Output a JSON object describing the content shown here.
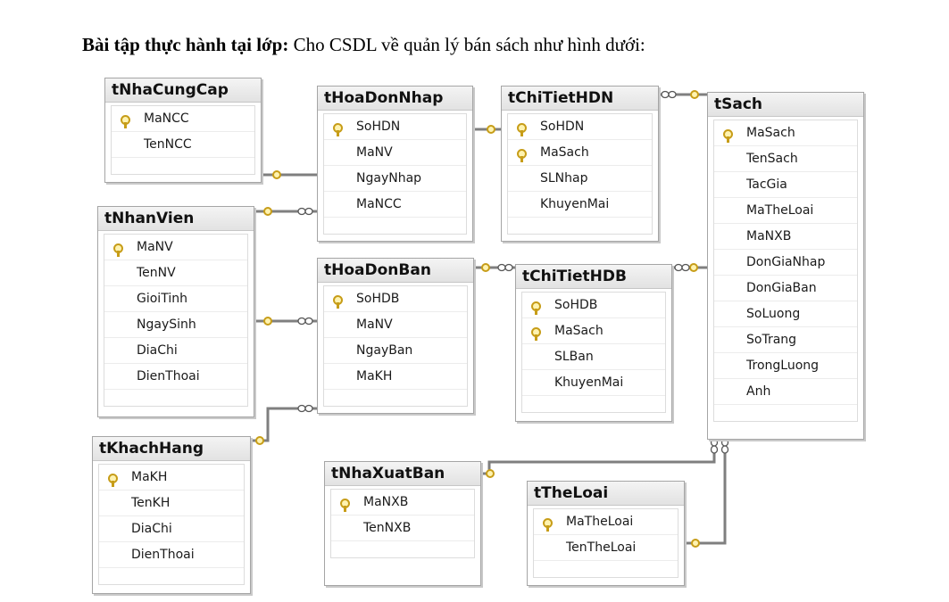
{
  "heading": {
    "bold": "Bài tập thực hành tại lớp:",
    "rest": " Cho CSDL về quản lý bán sách như hình dưới:"
  },
  "tables": {
    "tNhaCungCap": {
      "title": "tNhaCungCap",
      "cols": [
        "MaNCC",
        "TenNCC"
      ]
    },
    "tHoaDonNhap": {
      "title": "tHoaDonNhap",
      "cols": [
        "SoHDN",
        "MaNV",
        "NgayNhap",
        "MaNCC"
      ]
    },
    "tChiTietHDN": {
      "title": "tChiTietHDN",
      "cols": [
        "SoHDN",
        "MaSach",
        "SLNhap",
        "KhuyenMai"
      ]
    },
    "tSach": {
      "title": "tSach",
      "cols": [
        "MaSach",
        "TenSach",
        "TacGia",
        "MaTheLoai",
        "MaNXB",
        "DonGiaNhap",
        "DonGiaBan",
        "SoLuong",
        "SoTrang",
        "TrongLuong",
        "Anh"
      ]
    },
    "tNhanVien": {
      "title": "tNhanVien",
      "cols": [
        "MaNV",
        "TenNV",
        "GioiTinh",
        "NgaySinh",
        "DiaChi",
        "DienThoai"
      ]
    },
    "tHoaDonBan": {
      "title": "tHoaDonBan",
      "cols": [
        "SoHDB",
        "MaNV",
        "NgayBan",
        "MaKH"
      ]
    },
    "tChiTietHDB": {
      "title": "tChiTietHDB",
      "cols": [
        "SoHDB",
        "MaSach",
        "SLBan",
        "KhuyenMai"
      ]
    },
    "tKhachHang": {
      "title": "tKhachHang",
      "cols": [
        "MaKH",
        "TenKH",
        "DiaChi",
        "DienThoai"
      ]
    },
    "tNhaXuatBan": {
      "title": "tNhaXuatBan",
      "cols": [
        "MaNXB",
        "TenNXB"
      ]
    },
    "tTheLoai": {
      "title": "tTheLoai",
      "cols": [
        "MaTheLoai",
        "TenTheLoai"
      ]
    }
  },
  "primary_keys": {
    "tNhaCungCap": [
      0
    ],
    "tHoaDonNhap": [
      0
    ],
    "tChiTietHDN": [
      0,
      1
    ],
    "tSach": [
      0
    ],
    "tNhanVien": [
      0
    ],
    "tHoaDonBan": [
      0
    ],
    "tChiTietHDB": [
      0,
      1
    ],
    "tKhachHang": [
      0
    ],
    "tNhaXuatBan": [
      0
    ],
    "tTheLoai": [
      0
    ]
  },
  "colors": {
    "link": "#7f7f7f",
    "key": "#c79d18",
    "key_fill": "#fff3b0"
  },
  "relationships": [
    {
      "one": "tNhaCungCap",
      "many": "tHoaDonNhap"
    },
    {
      "one": "tHoaDonNhap",
      "many": "tChiTietHDN"
    },
    {
      "one": "tSach",
      "many": "tChiTietHDN"
    },
    {
      "one": "tNhanVien",
      "many": "tHoaDonNhap"
    },
    {
      "one": "tNhanVien",
      "many": "tHoaDonBan"
    },
    {
      "one": "tHoaDonBan",
      "many": "tChiTietHDB"
    },
    {
      "one": "tSach",
      "many": "tChiTietHDB"
    },
    {
      "one": "tKhachHang",
      "many": "tHoaDonBan"
    },
    {
      "one": "tNhaXuatBan",
      "many": "tSach"
    },
    {
      "one": "tTheLoai",
      "many": "tSach"
    }
  ]
}
